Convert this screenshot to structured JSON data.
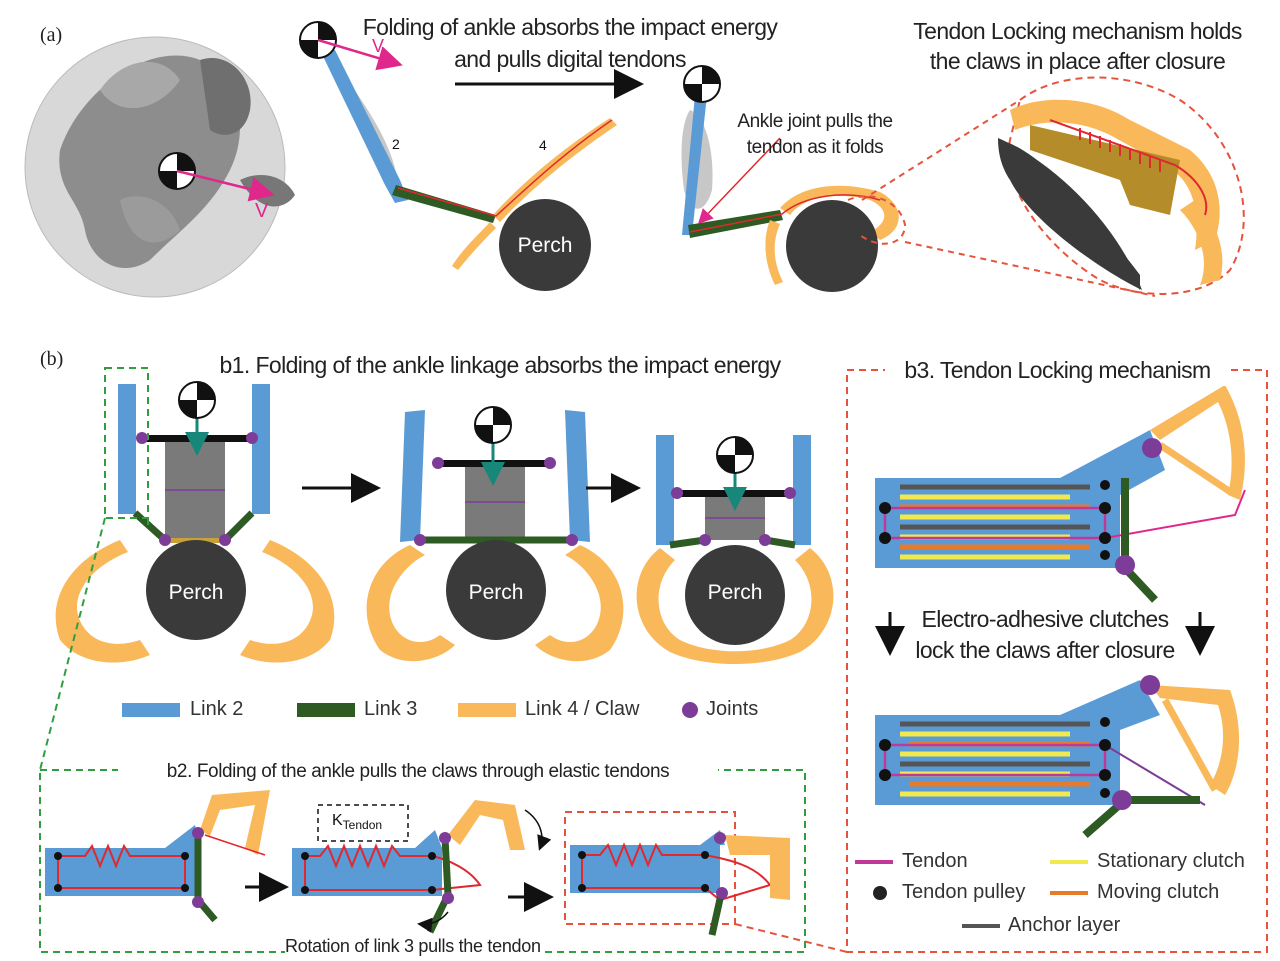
{
  "panel_a": {
    "letter": "(a)",
    "velocity_label": "V",
    "velocity_label_2": "V",
    "arrow_caption_line1": "Folding of ankle absorbs the impact energy",
    "arrow_caption_line2": "and pulls digital  tendons",
    "link_number_2": "2",
    "link_number_4": "4",
    "perch": "Perch",
    "ankle_note_line1": "Ankle joint pulls the",
    "ankle_note_line2": "tendon as it folds",
    "lock_title_line1": "Tendon Locking mechanism holds",
    "lock_title_line2": "the claws in place after closure"
  },
  "panel_b": {
    "letter": "(b)",
    "b1_title": "b1. Folding of the ankle linkage absorbs the impact energy",
    "perch_labels": [
      "Perch",
      "Perch",
      "Perch"
    ],
    "legend": [
      {
        "label": "Link 2",
        "color": "#5b9bd5"
      },
      {
        "label": "Link 3",
        "color": "#2e5b23"
      },
      {
        "label": "Link 4 / Claw",
        "color": "#f9b95a"
      },
      {
        "label": "Joints",
        "color": "#7d3c98"
      }
    ],
    "b2_title": "b2. Folding of the ankle pulls the claws through elastic tendons",
    "k_tendon_main": "K",
    "k_tendon_sub": "Tendon",
    "b2_caption": "Rotation of link 3 pulls the tendon",
    "b3_title": "b3. Tendon Locking mechanism",
    "b3_caption_line1": "Electro-adhesive clutches",
    "b3_caption_line2": "lock the claws after closure",
    "b3_legend": [
      {
        "label": "Tendon",
        "color": "#c0399a"
      },
      {
        "label": "Stationary clutch",
        "color": "#f2e94e"
      },
      {
        "label": "Tendon pulley",
        "color": "#222222"
      },
      {
        "label": "Moving clutch",
        "color": "#e87a2c"
      },
      {
        "label": "Anchor layer",
        "color": "#555555"
      }
    ]
  },
  "colors": {
    "link2": "#5b9bd5",
    "link3": "#2e5b23",
    "claw": "#f9b95a",
    "joint": "#7d3c98",
    "perch": "#3a3a3a",
    "tendon_red": "#e0282e",
    "dashed_green": "#2f9e3f",
    "dashed_red": "#e5533d"
  }
}
